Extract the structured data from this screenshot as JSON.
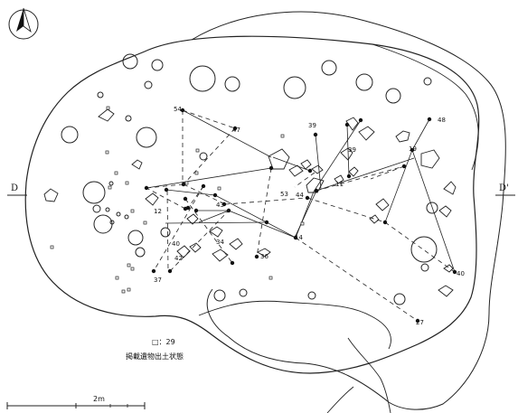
{
  "map": {
    "section_left": "D",
    "section_right": "D'",
    "scale_label": "2m",
    "legend_symbol_label": "□：29",
    "caption": "掲載遺物出土状態",
    "north_arrow": "north-arrow-icon"
  },
  "artifact_labels": [
    "54",
    "47",
    "39",
    "48",
    "39",
    "19",
    "11",
    "44",
    "53",
    "43",
    "12",
    "40",
    "34",
    "36",
    "14",
    "40",
    "37",
    "27",
    "42"
  ]
}
